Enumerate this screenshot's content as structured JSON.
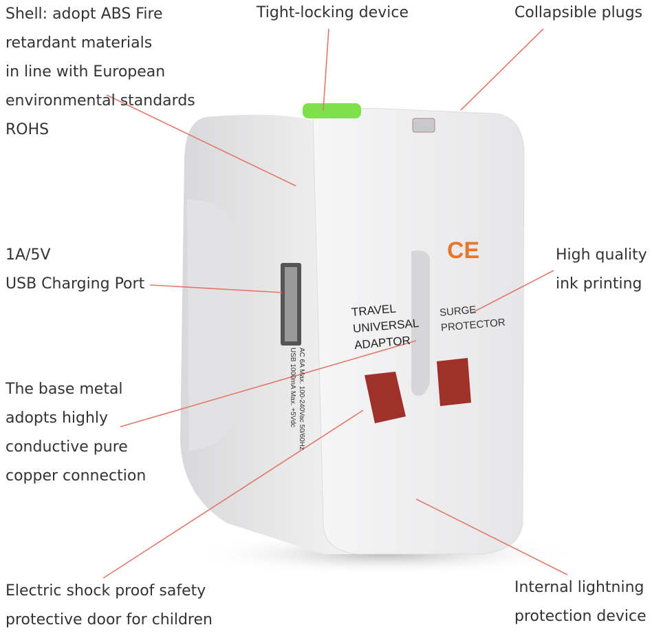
{
  "labels": {
    "shell": [
      "Shell: adopt ABS Fire",
      "retardant materials",
      "in line with European",
      "environmental standards",
      "ROHS"
    ],
    "tight_locking": "Tight-locking device",
    "collapsible": "Collapsible plugs",
    "usb": [
      "1A/5V",
      "USB Charging Port"
    ],
    "ink": [
      "High quality",
      "ink printing"
    ],
    "base_metal": [
      "The base metal",
      "adopts highly",
      "conductive pure",
      "copper connection"
    ],
    "shock": [
      "Electric shock proof safety",
      "protective door for children"
    ],
    "lightning": [
      "Internal lightning",
      "protection device"
    ]
  },
  "device": {
    "front_text": [
      "TRAVEL",
      "UNIVERSAL",
      "ADAPTOR"
    ],
    "surge_text": [
      "SURGE",
      "PROTECTOR"
    ],
    "ce_mark": "CE",
    "side_text": [
      "AC  6A Max. 100-240Vac 50/60Hz",
      "USB 1000mA Max. +5Vdc"
    ]
  },
  "colors": {
    "leader_line": "#e07868",
    "ce": "#e8772e",
    "button": "#7fe04a",
    "socket": "#a0302a"
  }
}
